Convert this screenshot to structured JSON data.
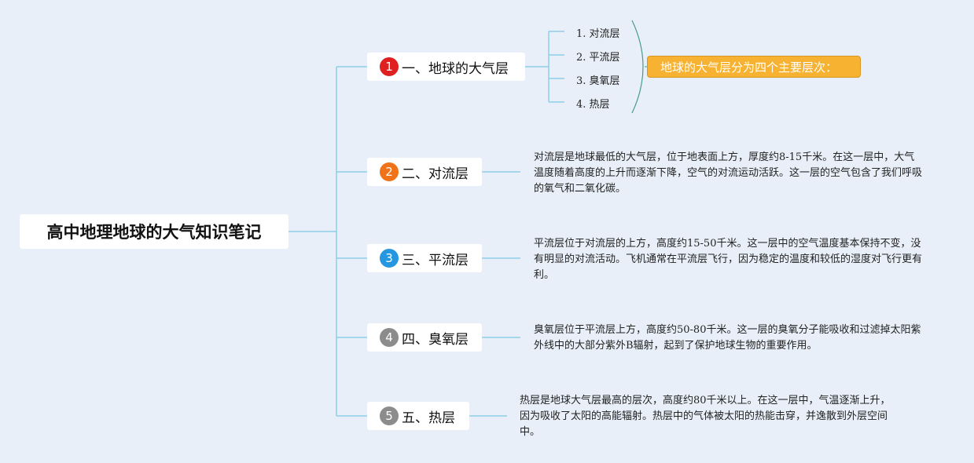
{
  "root": {
    "title": "高中地理地球的大气知识笔记"
  },
  "branches": [
    {
      "num": "1",
      "label": "一、地球的大气层",
      "color": "#e02020"
    },
    {
      "num": "2",
      "label": "二、对流层",
      "color": "#f07319"
    },
    {
      "num": "3",
      "label": "三、平流层",
      "color": "#2597e0"
    },
    {
      "num": "4",
      "label": "四、臭氧层",
      "color": "#8c8c8c"
    },
    {
      "num": "5",
      "label": "五、热层",
      "color": "#8c8c8c"
    }
  ],
  "layers": [
    "1. 对流层",
    "2. 平流层",
    "3. 臭氧层",
    "4. 热层"
  ],
  "summary": "地球的大气层分为四个主要层次：",
  "descriptions": [
    "对流层是地球最低的大气层，位于地表面上方，厚度约8-15千米。在这一层中，大气温度随着高度的上升而逐渐下降，空气的对流运动活跃。这一层的空气包含了我们呼吸的氧气和二氧化碳。",
    "平流层位于对流层的上方，高度约15-50千米。这一层中的空气温度基本保持不变，没有明显的对流活动。飞机通常在平流层飞行，因为稳定的温度和较低的湿度对飞行更有利。",
    "臭氧层位于平流层上方，高度约50-80千米。这一层的臭氧分子能吸收和过滤掉太阳紫外线中的大部分紫外B辐射，起到了保护地球生物的重要作用。",
    "热层是地球大气层最高的层次，高度约80千米以上。在这一层中，气温逐渐上升，因为吸收了太阳的高能辐射。热层中的气体被太阳的热能击穿，并逸散到外层空间中。"
  ]
}
